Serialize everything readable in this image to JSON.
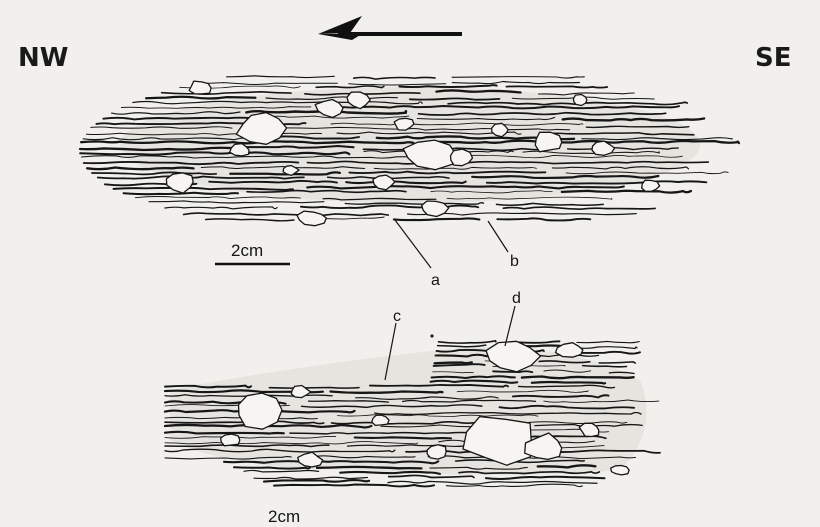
{
  "labels": {
    "direction_left": "NW",
    "direction_right": "SE",
    "a": "a",
    "b": "b",
    "c": "c",
    "d": "d",
    "scale_top": "2cm",
    "scale_bottom": "2cm"
  },
  "colors": {
    "ink": "#161616",
    "paper": "#f1f0ec",
    "shade": "#d9d8d2"
  },
  "icons": {
    "shear_arrow": "arrow-left-icon"
  }
}
